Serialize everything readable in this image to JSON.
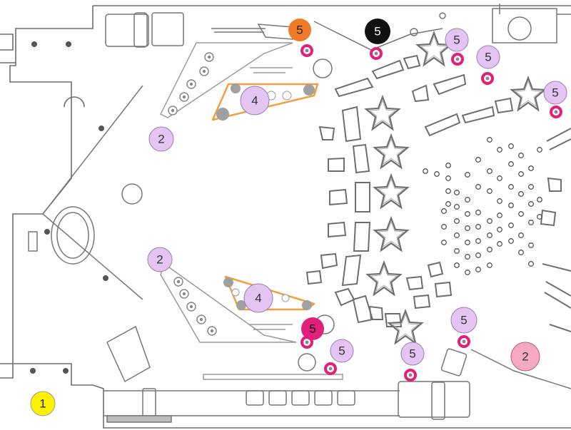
{
  "colors": {
    "outline": "#6e6e6e",
    "light_line": "#a8a8a8",
    "orange_frame": "#f0a040",
    "lavender": "#e3c4f2",
    "lavender_stroke": "#9a7fae",
    "magenta": "#e0207a",
    "pink": "#f7a8c2",
    "orange": "#f07a28",
    "black": "#111111",
    "yellow": "#fff200"
  },
  "badges": [
    {
      "id": "b1",
      "label": "1",
      "style": "yellow"
    },
    {
      "id": "b2a",
      "label": "2",
      "style": "lavender"
    },
    {
      "id": "b2b",
      "label": "2",
      "style": "lavender"
    },
    {
      "id": "b2c",
      "label": "2",
      "style": "pink"
    },
    {
      "id": "b4a",
      "label": "4",
      "style": "lavender"
    },
    {
      "id": "b4b",
      "label": "4",
      "style": "lavender"
    },
    {
      "id": "b5a",
      "label": "5",
      "style": "orange"
    },
    {
      "id": "b5b",
      "label": "5",
      "style": "black"
    },
    {
      "id": "b5c",
      "label": "5",
      "style": "lavender"
    },
    {
      "id": "b5d",
      "label": "5",
      "style": "lavender"
    },
    {
      "id": "b5e",
      "label": "5",
      "style": "lavender"
    },
    {
      "id": "b5f",
      "label": "5",
      "style": "magenta"
    },
    {
      "id": "b5g",
      "label": "5",
      "style": "lavender"
    },
    {
      "id": "b5h",
      "label": "5",
      "style": "lavender"
    },
    {
      "id": "b5i",
      "label": "5",
      "style": "lavender"
    }
  ]
}
